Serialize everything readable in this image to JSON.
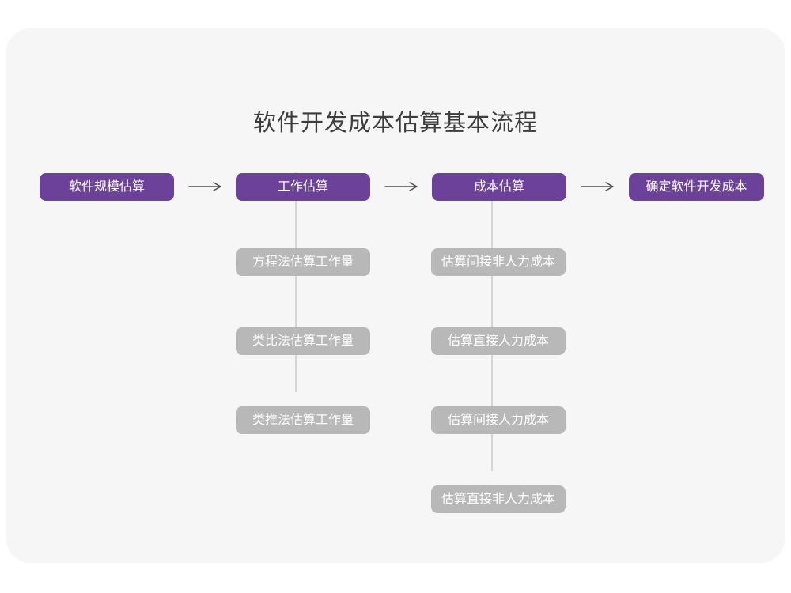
{
  "title": "软件开发成本估算基本流程",
  "colors": {
    "page_bg": "#ffffff",
    "card_bg": "#f6f6f6",
    "primary": "#6b4199",
    "secondary": "#b8b8b8",
    "connector": "#d6d6d6",
    "arrow_color": "#4d4d4d",
    "title_text": "#3c3c3c",
    "box_text": "#ffffff"
  },
  "flow": {
    "stages": [
      {
        "label": "软件规模估算"
      },
      {
        "label": "工作估算",
        "children": [
          "方程法估算工作量",
          "类比法估算工作量",
          "类推法估算工作量"
        ]
      },
      {
        "label": "成本估算",
        "children": [
          "估算间接非人力成本",
          "估算直接人力成本",
          "估算间接人力成本",
          "估算直接非人力成本"
        ]
      },
      {
        "label": "确定软件开发成本"
      }
    ]
  }
}
